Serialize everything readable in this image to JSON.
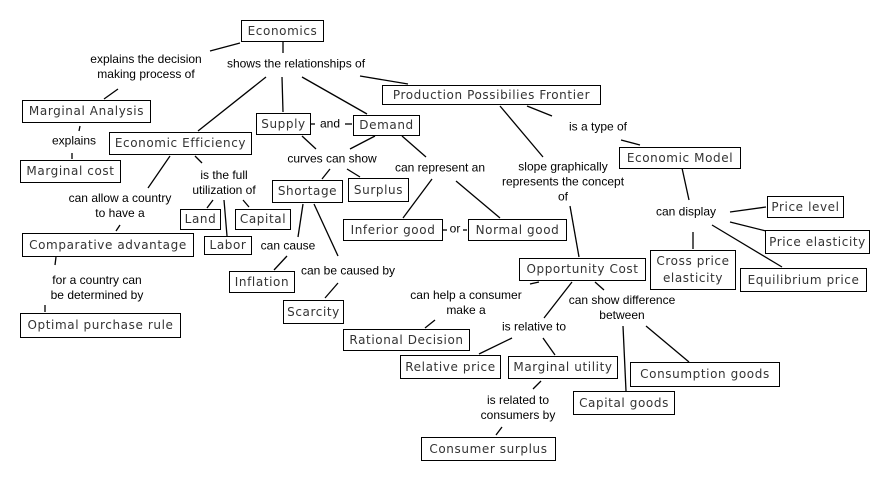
{
  "nodes": {
    "economics": "Economics",
    "marginal_analysis": "Marginal Analysis",
    "marginal_cost": "Marginal cost",
    "economic_efficiency": "Economic Efficiency",
    "supply": "Supply",
    "demand": "Demand",
    "ppf": "Production Possibilies Frontier",
    "economic_model": "Economic Model",
    "shortage": "Shortage",
    "surplus": "Surplus",
    "land": "Land",
    "capital": "Capital",
    "labor": "Labor",
    "comparative_advantage": "Comparative advantage",
    "inferior_good": "Inferior good",
    "normal_good": "Normal good",
    "price_level": "Price level",
    "price_elasticity": "Price elasticity",
    "cross_price_elasticity": "Cross price\nelasticity",
    "equilibrium_price": "Equilibrium price",
    "opportunity_cost": "Opportunity Cost",
    "inflation": "Inflation",
    "scarcity": "Scarcity",
    "optimal_purchase_rule": "Optimal purchase rule",
    "rational_decision": "Rational Decision",
    "relative_price": "Relative price",
    "marginal_utility": "Marginal utility",
    "consumption_goods": "Consumption goods",
    "capital_goods": "Capital goods",
    "consumer_surplus": "Consumer surplus"
  },
  "links": {
    "explains_decision": "explains the decision\nmaking process of",
    "shows_relationships": "shows the relationships of",
    "explains": "explains",
    "and": "and",
    "curves_can_show": "curves can show",
    "can_represent": "can represent an",
    "full_utilization": "is the full\nutilization of",
    "can_allow": "can allow a country\nto have a",
    "for_a_country": "for a country can\nbe determined by",
    "can_cause": "can cause",
    "can_be_caused_by": "can be caused by",
    "or": "or",
    "is_a_type_of": "is a type of",
    "slope": "slope graphically\nrepresents the concept\nof",
    "can_display": "can display",
    "can_help": "can help a consumer\nmake a",
    "can_show_difference": "can show difference\nbetween",
    "is_relative_to": "is relative to",
    "is_related_to": "is related to\nconsumers by"
  }
}
